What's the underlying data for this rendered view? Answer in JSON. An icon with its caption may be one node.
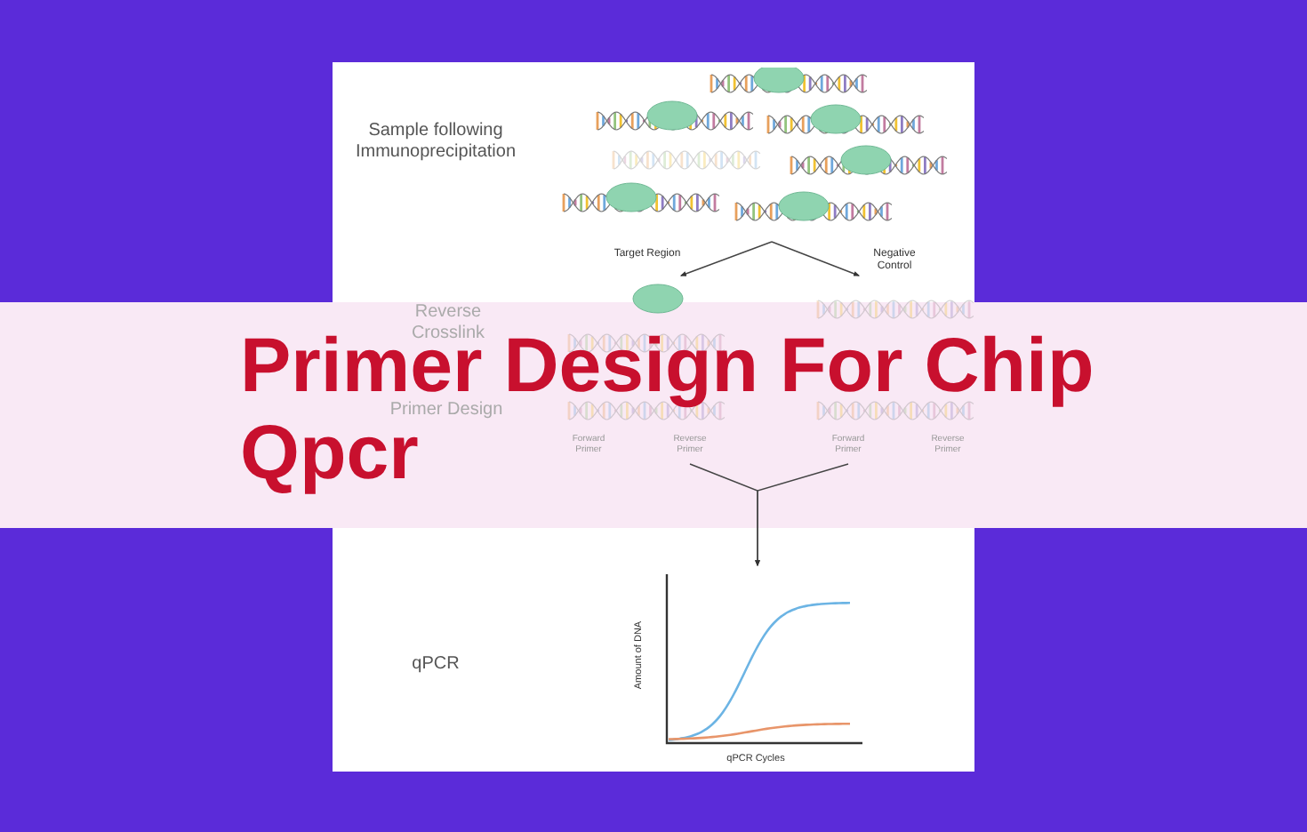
{
  "diagram": {
    "title": "Primer Design For Chip Qpcr",
    "nodes": [
      {
        "text": [],
        "shape": "picture"
      },
      {
        "text": [
          "Target Region"
        ]
      },
      {
        "text": [
          "Negative Control"
        ]
      },
      {
        "text": [
          "Forward Primer"
        ]
      },
      {
        "text": [
          "Reverse Primer"
        ]
      },
      {
        "text": [
          "Forward Primer"
        ]
      },
      {
        "text": [
          "Reverse Primer"
        ]
      },
      {
        "text": [],
        "shape": "picture"
      }
    ],
    "edges": [
      {
        "from": 0,
        "to": 1,
        "arrow": "to"
      },
      {
        "from": 0,
        "to": 2,
        "arrow": "to"
      },
      {
        "from": 4,
        "to": 7,
        "arrow": "to"
      },
      {
        "from": 5,
        "to": 7,
        "arrow": "to"
      }
    ],
    "labels": [
      "Sample following Immunoprecipitation",
      "Reverse Crosslink",
      "Primer Design",
      "qPCR",
      "Amount of DNA",
      "qPCR Cycles"
    ]
  }
}
